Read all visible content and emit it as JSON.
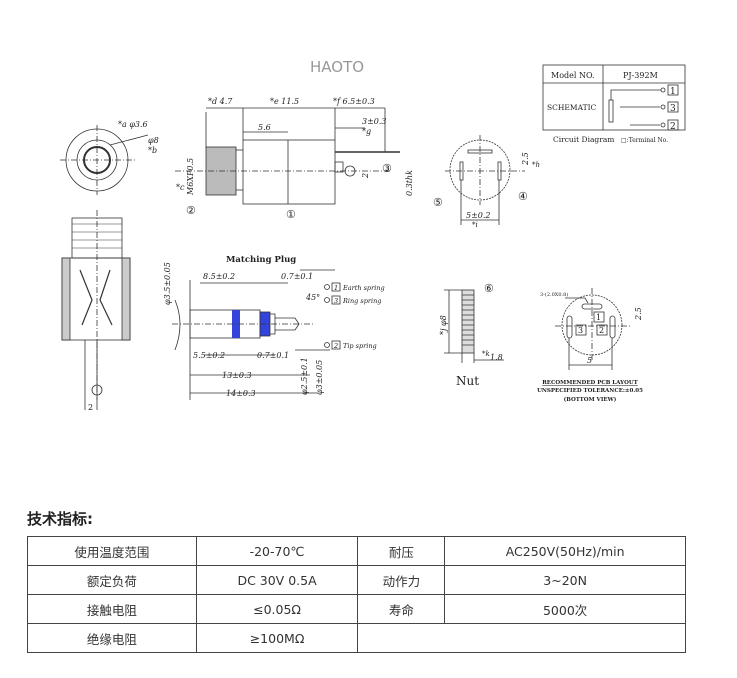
{
  "drawing": {
    "watermark": "HAOTO",
    "top_dims": {
      "d": "*d",
      "d_val": "4.7",
      "e": "*e",
      "e_val": "11.5",
      "f": "*f",
      "f_val": "6.5±0.3",
      "body_len": "5.6",
      "g_val": "3±0.3",
      "g": "*g",
      "thread": "M6XP0.5",
      "c": "*c",
      "two": "2",
      "thk": "0.3thk"
    },
    "front_dims": {
      "a": "*a φ3.6",
      "b": "φ8",
      "b2": "*b"
    },
    "callouts": [
      "①",
      "②",
      "③",
      "④",
      "⑤",
      "⑥"
    ],
    "bottom_view": {
      "h_val": "2.5",
      "h": "*h",
      "i_val": "5±0.2",
      "i": "*i"
    },
    "plug": {
      "title": "Matching Plug",
      "dims": [
        "8.5±0.2",
        "0.7±0.1",
        "5.5±0.2",
        "0.7±0.1",
        "13±0.3",
        "14±0.3",
        "φ3.5±0.05",
        "φ2.5±0.1",
        "φ3±0.05",
        "45°"
      ],
      "springs": [
        {
          "no": "1",
          "label": "Earth spring"
        },
        {
          "no": "3",
          "label": "Ring spring"
        },
        {
          "no": "2",
          "label": "Tip spring"
        }
      ]
    },
    "nut": {
      "label": "Nut",
      "j": "*j φ8",
      "k": "*k",
      "k_val": "1.8"
    },
    "pcb": {
      "hole": "3-(2.0X0.8)",
      "pitch": "5",
      "offset": "2.5",
      "pads": [
        "1",
        "3",
        "2"
      ],
      "line1": "RECOMMENDED PCB LAYOUT",
      "line2": "UNSPECIFIED TOLERANCE:±0.05",
      "line3": "(BOTTOM VIEW)"
    },
    "schematic_box": {
      "model_label": "Model NO.",
      "model_value": "PJ-392M",
      "schematic_label": "SCHEMATIC",
      "terminals": [
        "1",
        "3",
        "2"
      ],
      "caption": "Circuit Diagram",
      "terminal_note": "□:Terminal No."
    }
  },
  "specs": {
    "title": "技术指标:",
    "rows": [
      [
        {
          "k": "使用温度范围",
          "v": "-20-70℃"
        },
        {
          "k": "耐压",
          "v": "AC250V(50Hz)/min"
        }
      ],
      [
        {
          "k": "额定负荷",
          "v": "DC 30V 0.5A"
        },
        {
          "k": "动作力",
          "v": "3~20N"
        }
      ],
      [
        {
          "k": "接触电阻",
          "v": "≤0.05Ω"
        },
        {
          "k": "寿命",
          "v": "5000次"
        }
      ],
      [
        {
          "k": "绝缘电阻",
          "v": "≥100MΩ"
        }
      ]
    ]
  }
}
